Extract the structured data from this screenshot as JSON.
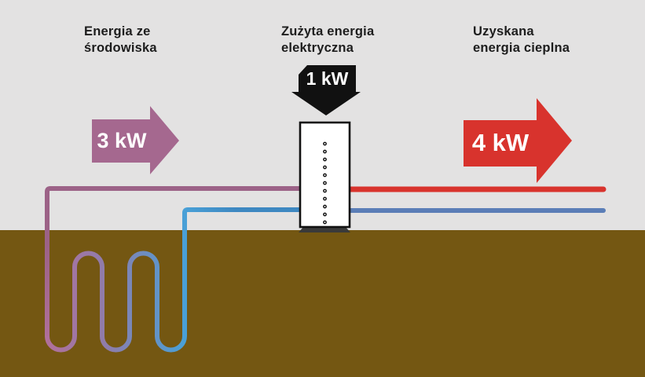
{
  "labels": {
    "environment": {
      "line1": "Energia ze",
      "line2": "środowiska",
      "value": "3 kW"
    },
    "electricity": {
      "line1": "Zużyta energia",
      "line2": "elektryczna",
      "value": "1 kW"
    },
    "heat": {
      "line1": "Uzyskana",
      "line2": "energia cieplna",
      "value": "4 kW"
    }
  },
  "colors": {
    "sky": "#e3e2e2",
    "ground": "#745712",
    "pipe_warm": "#9c6287",
    "pipe_warm_light": "#b1709b",
    "pipe_mid": "#8d7dac",
    "pipe_cold": "#49a0d7",
    "pipe_cold_dark": "#3e88c1",
    "flow_hot": "#d8332d",
    "flow_return": "#5b7eb7",
    "arrow_environment": "#a5688f",
    "arrow_electric": "#111111",
    "arrow_heat": "#d8332d",
    "device_fill": "#ffffff",
    "device_stroke": "#111111",
    "device_base": "#3a3a3a",
    "title_text": "#1d1d1d",
    "value_text": "#ffffff"
  }
}
